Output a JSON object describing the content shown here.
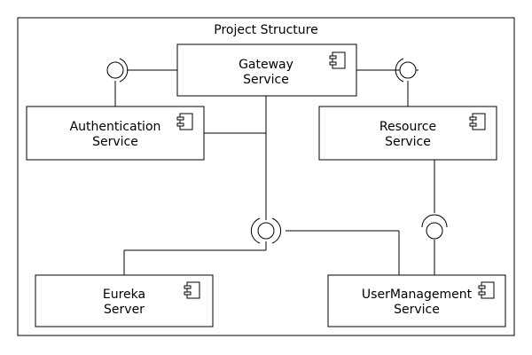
{
  "diagram": {
    "title": "Project Structure",
    "components": {
      "gateway": [
        "Gateway",
        "Service"
      ],
      "auth": [
        "Authentication",
        "Service"
      ],
      "resource": [
        "Resource",
        "Service"
      ],
      "eureka": [
        "Eureka",
        "Server"
      ],
      "usermgmt": [
        "UserManagement",
        "Service"
      ]
    },
    "component_icon": "uml-component-icon",
    "interface_icon": "lollipop-socket-icon"
  }
}
